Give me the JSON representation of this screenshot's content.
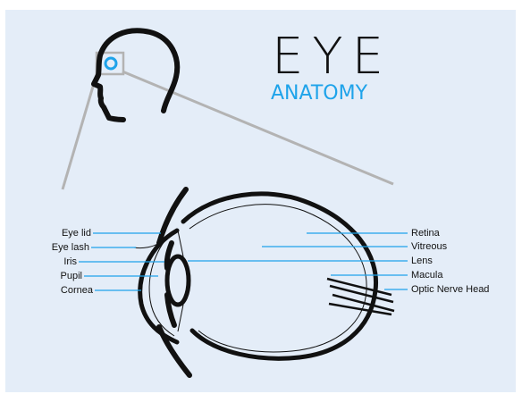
{
  "title": {
    "main": "EYE",
    "sub": "ANATOMY"
  },
  "colors": {
    "background": "#e4edf8",
    "accent": "#1ea3ea",
    "line": "#111111",
    "zoom": "#b3b3b3"
  },
  "labels_left": [
    "Eye lid",
    "Eye lash",
    "Iris",
    "Pupil",
    "Cornea"
  ],
  "labels_right": [
    "Retina",
    "Vitreous",
    "Lens",
    "Macula",
    "Optic Nerve Head"
  ]
}
